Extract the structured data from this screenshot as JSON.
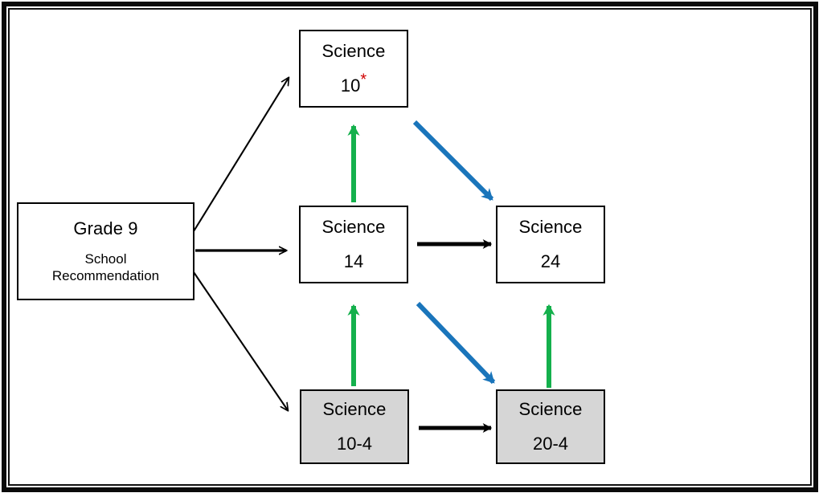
{
  "diagram": {
    "title": "Science Course Pathways Flowchart",
    "background": "#ffffff",
    "frame": {
      "outer_color": "#0b0b0b",
      "inner_color": "#111111"
    },
    "colors": {
      "black_edge": "#000000",
      "green_edge": "#14b04c",
      "blue_edge": "#1a75bb",
      "shaded_node_fill": "#d6d6d6",
      "plain_node_fill": "#ffffff",
      "asterisk": "#d00000"
    },
    "nodes": [
      {
        "id": "grade9",
        "line1": "Grade 9",
        "sub1": "School",
        "sub2": "Recommendation",
        "shaded": false
      },
      {
        "id": "science10",
        "line1": "Science",
        "line2": "10",
        "asterisk": "*",
        "shaded": false
      },
      {
        "id": "science14",
        "line1": "Science",
        "line2": "14",
        "shaded": false
      },
      {
        "id": "science24",
        "line1": "Science",
        "line2": "24",
        "shaded": false
      },
      {
        "id": "science10_4",
        "line1": "Science",
        "line2": "10-4",
        "shaded": true
      },
      {
        "id": "science20_4",
        "line1": "Science",
        "line2": "20-4",
        "shaded": true
      }
    ],
    "edges": [
      {
        "from": "grade9",
        "to": "science10",
        "color": "black",
        "style": "thin-diagonal"
      },
      {
        "from": "grade9",
        "to": "science14",
        "color": "black",
        "style": "thick-horizontal"
      },
      {
        "from": "grade9",
        "to": "science10_4",
        "color": "black",
        "style": "thin-diagonal"
      },
      {
        "from": "science14",
        "to": "science24",
        "color": "black",
        "style": "thick-horizontal"
      },
      {
        "from": "science10_4",
        "to": "science20_4",
        "color": "black",
        "style": "thick-horizontal"
      },
      {
        "from": "science14",
        "to": "science10",
        "color": "green",
        "style": "thick-vertical"
      },
      {
        "from": "science10_4",
        "to": "science14",
        "color": "green",
        "style": "thick-vertical"
      },
      {
        "from": "science20_4",
        "to": "science24",
        "color": "green",
        "style": "thick-vertical"
      },
      {
        "from": "science10",
        "to": "science24",
        "color": "blue",
        "style": "thick-diagonal"
      },
      {
        "from": "science14",
        "to": "science20_4",
        "color": "blue",
        "style": "thick-diagonal"
      }
    ]
  }
}
